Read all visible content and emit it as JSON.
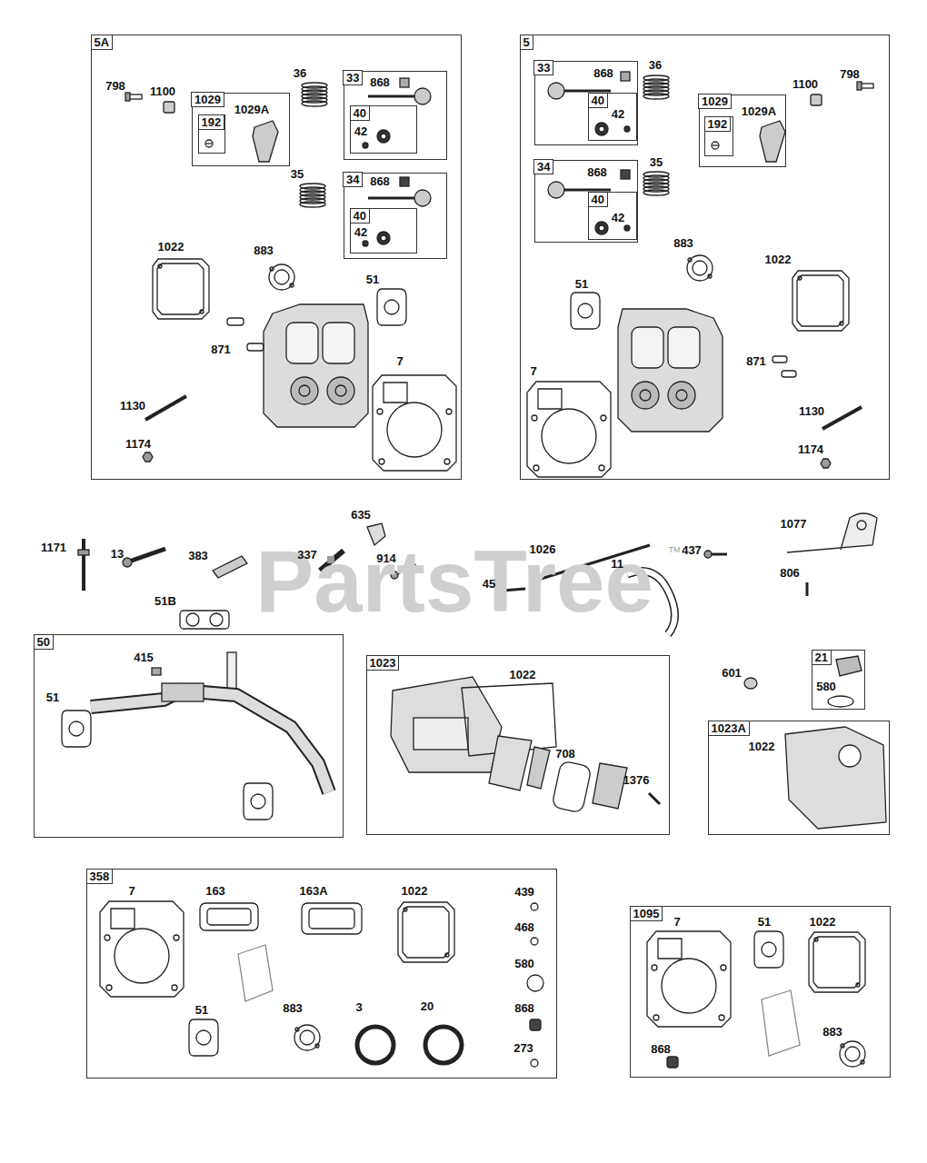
{
  "diagram": {
    "nodes": [
      {
        "text": [
          "5A"
        ]
      },
      {
        "text": [
          "1029"
        ],
        "in": 0
      },
      {
        "text": [
          "192"
        ],
        "in": 1
      },
      {
        "text": [
          "33"
        ],
        "in": 0
      },
      {
        "text": [
          "40"
        ],
        "in": 3
      },
      {
        "text": [
          "34"
        ],
        "in": 0
      },
      {
        "text": [
          "40"
        ],
        "in": 5
      },
      {
        "text": [
          "5"
        ]
      },
      {
        "text": [
          "33"
        ],
        "in": 7
      },
      {
        "text": [
          "40"
        ],
        "in": 8
      },
      {
        "text": [
          "34"
        ],
        "in": 7
      },
      {
        "text": [
          "40"
        ],
        "in": 10
      },
      {
        "text": [
          "1029"
        ],
        "in": 7
      },
      {
        "text": [
          "192"
        ],
        "in": 12
      },
      {
        "text": [
          "50"
        ]
      },
      {
        "text": [
          "1023"
        ]
      },
      {
        "text": [
          "21"
        ]
      },
      {
        "text": [
          "1023A"
        ]
      },
      {
        "text": [
          "358"
        ]
      },
      {
        "text": [
          "1095"
        ]
      }
    ],
    "labels": [
      "PartsTree",
      "798",
      "1100",
      "1029A",
      "36",
      "868",
      "42",
      "35",
      "868",
      "42",
      "1022",
      "883",
      "51",
      "871",
      "7",
      "1130",
      "1174",
      "868",
      "42",
      "36",
      "1100",
      "798",
      "1029A",
      "868",
      "35",
      "42",
      "883",
      "1022",
      "51",
      "871",
      "7",
      "1130",
      "1174",
      "635",
      "1171",
      "13",
      "383",
      "337",
      "914",
      "1026",
      "11",
      "TM",
      "437",
      "1077",
      "806",
      "45",
      "51B",
      "415",
      "51",
      "1022",
      "708",
      "1376",
      "601",
      "580",
      "1022",
      "7",
      "163",
      "163A",
      "1022",
      "439",
      "468",
      "580",
      "51",
      "883",
      "3",
      "20",
      "868",
      "273",
      "7",
      "51",
      "1022",
      "883",
      "868"
    ]
  }
}
